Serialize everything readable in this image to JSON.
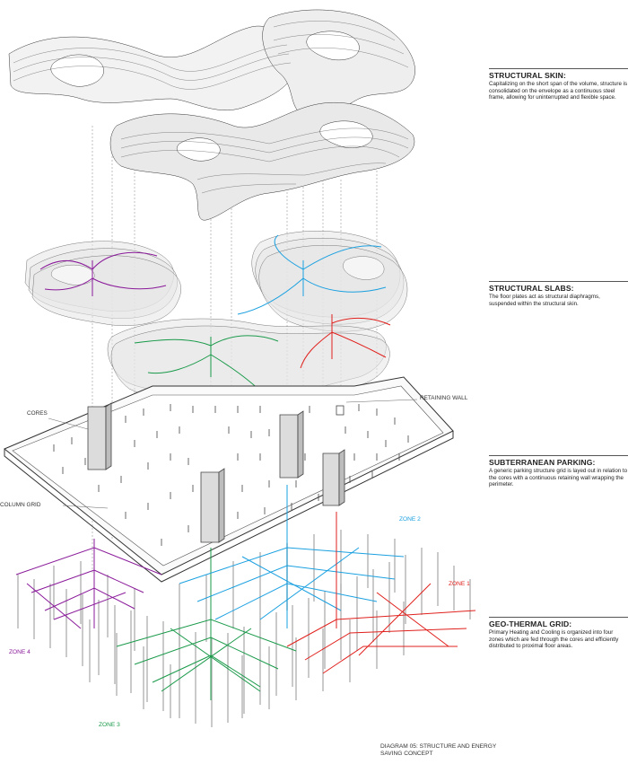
{
  "sections": [
    {
      "id": "skin",
      "heading": "STRUCTURAL SKIN:",
      "body": "Capitalizing on the short span of the volume, structure is consolidated on the envelope as a continuous steel frame, allowing for uninterrupted and flexible space."
    },
    {
      "id": "slabs",
      "heading": "STRUCTURAL SLABS:",
      "body": "The floor plates act as structural diaphragms, suspended within the structural skin."
    },
    {
      "id": "parking",
      "heading": "SUBTERRANEAN PARKING:",
      "body": "A generic parking structure grid is layed out in relation to the cores with a continuous retaining wall wrapping the perimeter."
    },
    {
      "id": "geo",
      "heading": "GEO-THERMAL GRID:",
      "body": "Primary Heating and Cooling is organized into four zones which are fed through the cores and efficiently distributed to proximal floor areas."
    }
  ],
  "labels": {
    "cores": "CORES",
    "retaining_wall": "RETAINING WALL",
    "column_grid": "COLUMN GRID"
  },
  "zones": {
    "z1": {
      "label": "ZONE 1",
      "color": "#e0201c"
    },
    "z2": {
      "label": "ZONE 2",
      "color": "#1aa0e0"
    },
    "z3": {
      "label": "ZONE 3",
      "color": "#1a9a4a"
    },
    "z4": {
      "label": "ZONE 4",
      "color": "#8a1a9a"
    }
  },
  "caption": "DIAGRAM 05: STRUCTURE AND ENERGY SAVING CONCEPT"
}
